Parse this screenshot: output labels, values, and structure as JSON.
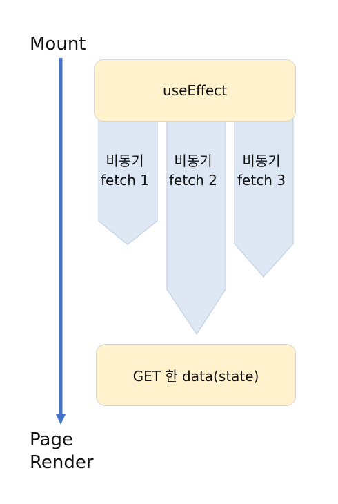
{
  "timeline": {
    "start_label": "Mount",
    "end_label_line1": "Page",
    "end_label_line2": "Render",
    "arrow_color": "#4472c4"
  },
  "use_effect": {
    "label": "useEffect",
    "fill": "#fff2cc"
  },
  "fetches": [
    {
      "line1": "비동기",
      "line2": "fetch 1"
    },
    {
      "line1": "비동기",
      "line2": "fetch 2"
    },
    {
      "line1": "비동기",
      "line2": "fetch 3"
    }
  ],
  "fetch_fill": "#dee8f4",
  "result": {
    "label": "GET 한 data(state)",
    "fill": "#fff2cc"
  }
}
